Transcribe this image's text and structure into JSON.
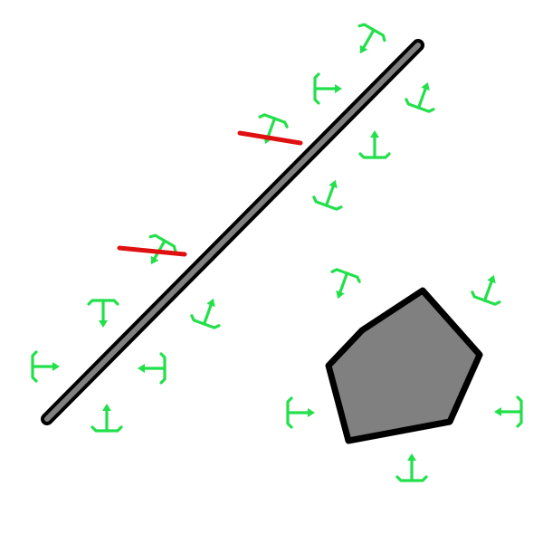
{
  "colors": {
    "background": "#ffffff",
    "shape_fill": "#808080",
    "shape_stroke": "#000000",
    "marker": "#22e04a",
    "rejected": "#e01010"
  },
  "legend": {},
  "markers": [
    {
      "kind": "green-tee-marker",
      "rejected": false
    },
    {
      "kind": "green-tee-marker",
      "rejected": false
    },
    {
      "kind": "green-tee-marker",
      "rejected": false
    },
    {
      "kind": "green-tee-marker",
      "rejected": false
    },
    {
      "kind": "green-tee-marker",
      "rejected": false
    },
    {
      "kind": "green-tee-marker",
      "rejected": true
    },
    {
      "kind": "green-tee-marker",
      "rejected": false
    },
    {
      "kind": "green-tee-marker",
      "rejected": true
    },
    {
      "kind": "green-tee-marker",
      "rejected": false
    },
    {
      "kind": "green-tee-marker",
      "rejected": false
    },
    {
      "kind": "green-tee-marker",
      "rejected": false
    },
    {
      "kind": "green-tee-marker",
      "rejected": false
    },
    {
      "kind": "green-tee-marker",
      "rejected": false
    },
    {
      "kind": "green-tee-marker",
      "rejected": false
    },
    {
      "kind": "green-tee-marker",
      "rejected": false
    },
    {
      "kind": "green-tee-marker",
      "rejected": false
    },
    {
      "kind": "green-tee-marker",
      "rejected": false
    },
    {
      "kind": "green-tee-marker",
      "rejected": false
    },
    {
      "kind": "green-tee-marker",
      "rejected": false
    }
  ]
}
